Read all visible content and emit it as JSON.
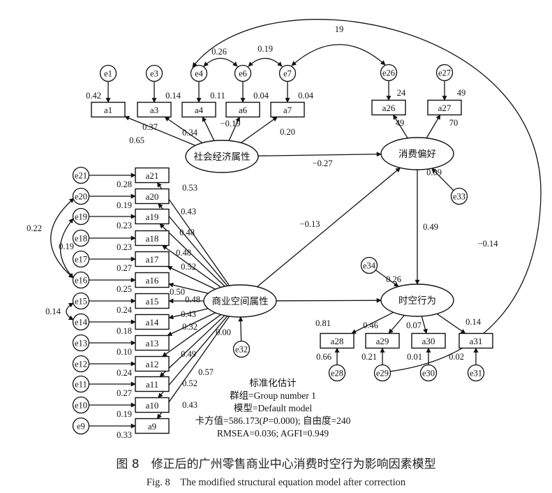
{
  "model": {
    "errors": [
      "e1",
      "e3",
      "e4",
      "e6",
      "e7",
      "e26",
      "e27",
      "e21",
      "e20",
      "e19",
      "e18",
      "e17",
      "e16",
      "e15",
      "e14",
      "e13",
      "e12",
      "e11",
      "e10",
      "e9",
      "e28",
      "e29",
      "e30",
      "e31",
      "e33",
      "e32",
      "e34"
    ],
    "observed": [
      "a1",
      "a3",
      "a4",
      "a6",
      "a7",
      "a26",
      "a27",
      "a21",
      "a20",
      "a19",
      "a18",
      "a17",
      "a16",
      "a15",
      "a14",
      "a13",
      "a12",
      "a11",
      "a10",
      "a9",
      "a28",
      "a29",
      "a30",
      "a31"
    ],
    "latent": {
      "socioeconomic": "社会经济属性",
      "consumption": "消费偏好",
      "commercial_space": "商业空间属性",
      "spatiotemporal": "时空行为"
    },
    "coef": {
      "e4_e6": "0.26",
      "e6_e7": "0.19",
      "e7_e26": "19",
      "r2_a1": "0.42",
      "r2_a3": "0.14",
      "r2_a4": "0.11",
      "r2_a6": "0.04",
      "r2_a7": "0.04",
      "l_a1": "0.65",
      "l_a3": "0.37",
      "l_a4": "0.34",
      "l_a6": "−0.19",
      "l_a7": "0.20",
      "r2_a26": "24",
      "r2_a27": "49",
      "l_a26": "49",
      "l_a27": "70",
      "se_cp": "−0.27",
      "cs_cp": "−0.13",
      "cp_st": "0.49",
      "e7_e29": "−0.14",
      "r2_cp": "0.09",
      "r2_st": "0.26",
      "r2_cs": "0.00",
      "r2_a21": "0.28",
      "r2_a20": "0.19",
      "r2_a19": "0.23",
      "r2_a18": "0.23",
      "r2_a17": "0.27",
      "r2_a16": "0.25",
      "r2_a15": "0.24",
      "r2_a14": "0.18",
      "r2_a13": "0.10",
      "r2_a12": "0.24",
      "r2_a11": "0.27",
      "r2_a10": "0.19",
      "r2_a9": "0.33",
      "l_a21": "0.53",
      "l_a20": "0.43",
      "l_a19": "0.48",
      "l_a18": "0.48",
      "l_a17": "0.52",
      "l_a16": "0.50",
      "l_a15": "0.48",
      "l_a14": "0.43",
      "l_a13": "0.32",
      "l_a12": "0.49",
      "l_a11": "0.52",
      "l_a10": "0.57",
      "l_a9": "0.43",
      "e20_e16": "0.22",
      "e19_e16": "0.19",
      "e15_e14": "0.14",
      "l_a28": "0.81",
      "l_a29": "0.46",
      "l_a30": "0.07",
      "l_a31": "0.14",
      "r2_a28": "0.66",
      "r2_a29": "0.21",
      "r2_a30": "0.01",
      "r2_a31": "0.02"
    }
  },
  "legend": {
    "line1": "标准化估计",
    "line2": "群组=Group number 1",
    "line3": "模型=Default model",
    "line4a": "卡方值=586.173(",
    "line4p": "P",
    "line4b": "=0.000); 自由度=240",
    "line5": "RMSEA=0.036; AGFI=0.949"
  },
  "caption": {
    "zh": "图 8　修正后的广州零售商业中心消费时空行为影响因素模型",
    "en": "Fig. 8　The modified structural equation model after correction"
  }
}
